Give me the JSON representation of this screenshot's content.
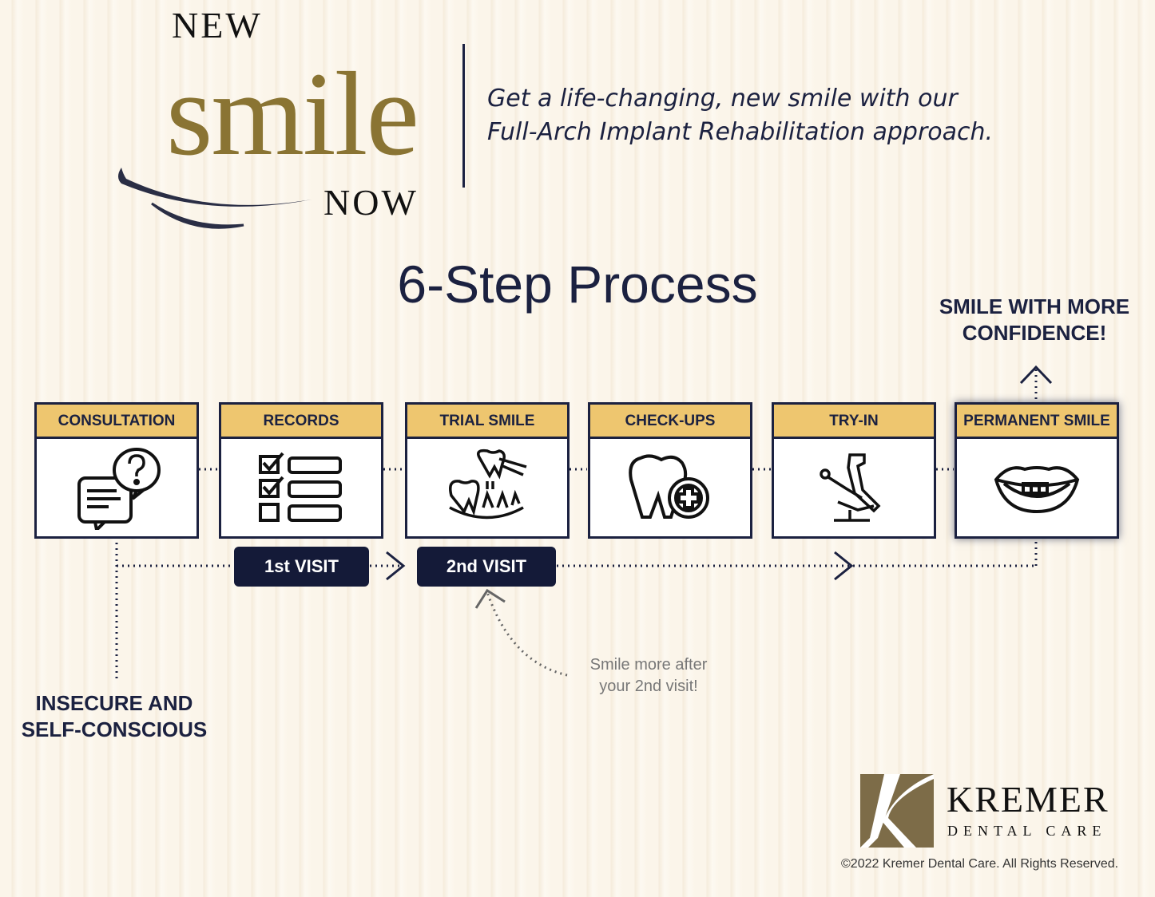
{
  "logo": {
    "line1": "NEW",
    "line2": "smile",
    "line3": "NOW"
  },
  "tagline": {
    "line1": "Get a life-changing, new smile with our",
    "line2": "Full-Arch Implant Rehabilitation approach."
  },
  "title": "6-Step Process",
  "steps": [
    {
      "label": "CONSULTATION",
      "icon": "chat-question-icon"
    },
    {
      "label": "RECORDS",
      "icon": "checklist-icon"
    },
    {
      "label": "TRIAL SMILE",
      "icon": "tooth-extraction-icon"
    },
    {
      "label": "CHECK-UPS",
      "icon": "tooth-plus-icon"
    },
    {
      "label": "TRY-IN",
      "icon": "dental-chair-icon"
    },
    {
      "label": "PERMANENT SMILE",
      "icon": "smile-teeth-icon"
    }
  ],
  "visits": {
    "first": "1st VISIT",
    "second": "2nd VISIT"
  },
  "start_label": {
    "line1": "INSECURE AND",
    "line2": "SELF-CONSCIOUS"
  },
  "end_label": {
    "line1": "SMILE WITH MORE",
    "line2": "CONFIDENCE!"
  },
  "note": {
    "line1": "Smile more after",
    "line2": "your 2nd visit!"
  },
  "brand": {
    "name": "KREMER",
    "sub": "DENTAL CARE",
    "copyright": "©2022 Kremer Dental Care. All Rights Reserved."
  },
  "colors": {
    "navy": "#1b2140",
    "gold": "#8a7433",
    "header": "#eec66f"
  }
}
